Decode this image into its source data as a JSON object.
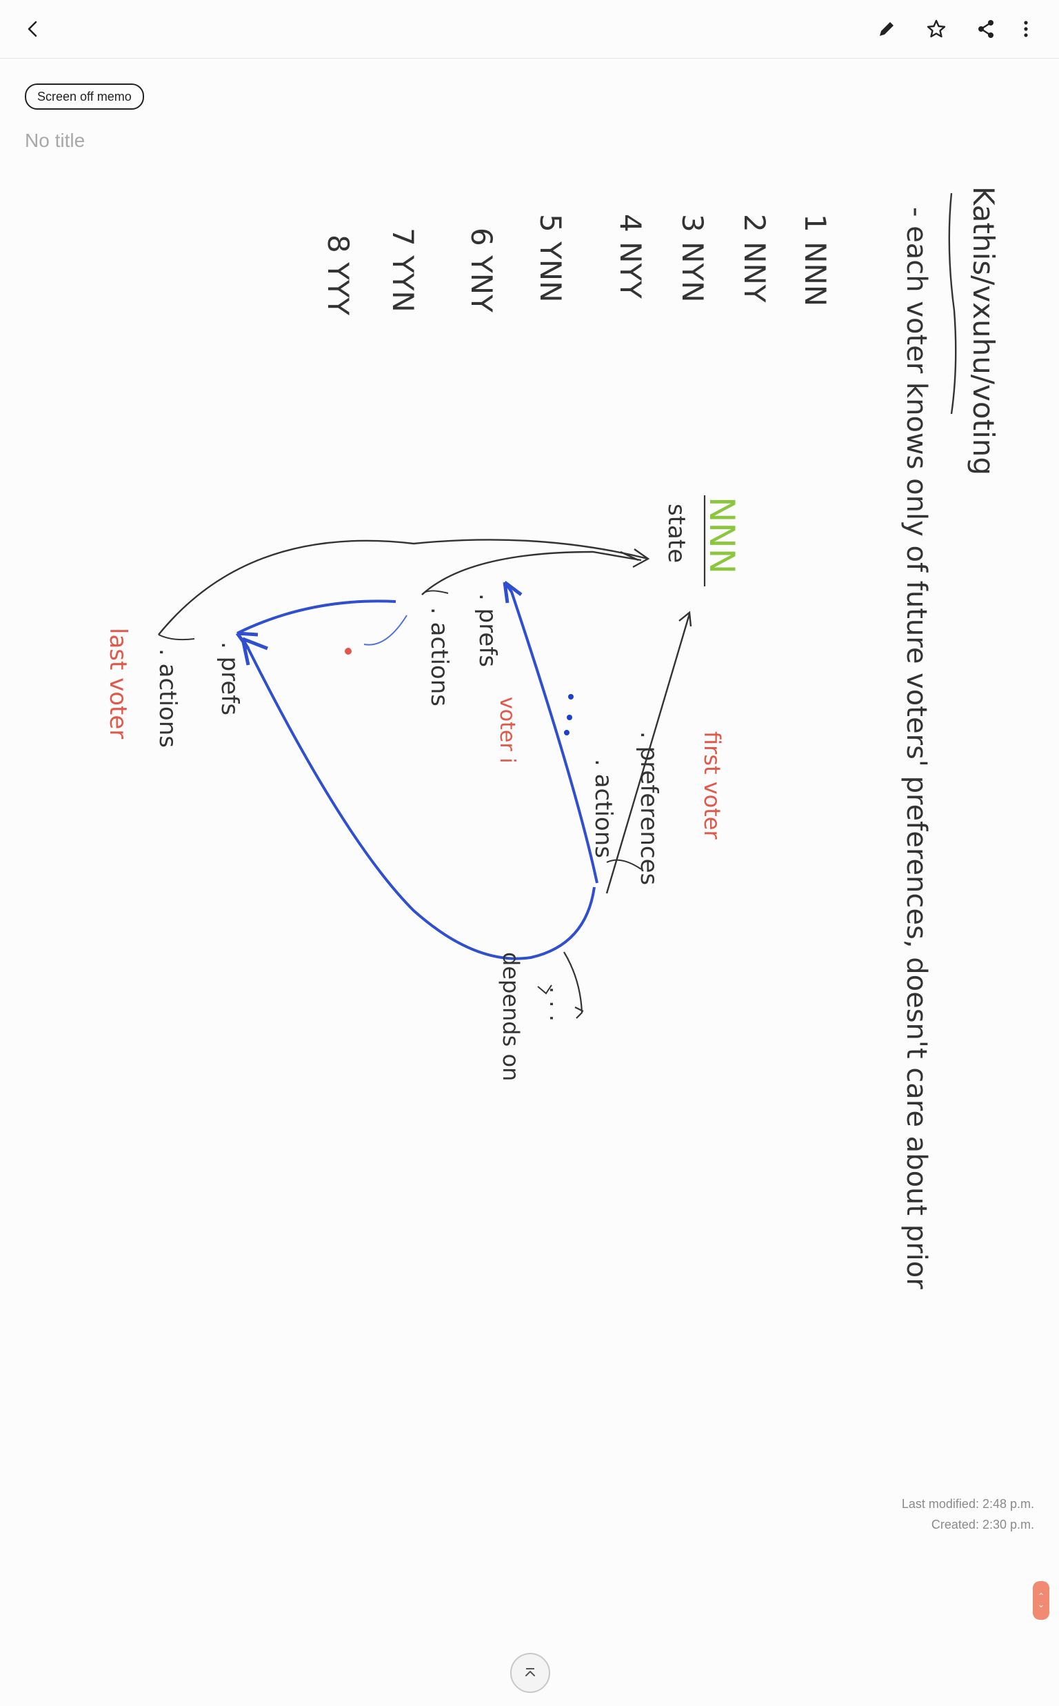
{
  "toolbar": {
    "back_icon": "chevron-left-icon",
    "edit_icon": "pencil-icon",
    "favorite_icon": "star-icon",
    "share_icon": "share-icon",
    "more_icon": "more-vertical-icon"
  },
  "memo": {
    "tag": "Screen off memo",
    "title_placeholder": "No title"
  },
  "handwriting": {
    "heading": "Kathis/vxuhu/voting",
    "line1": "- each voter knows only of future voters' preferences, doesn't care about prior",
    "list": [
      "1  NNN",
      "2  NNY",
      "3  NYN",
      "4  NYY",
      "5  YNN",
      "6  YNY",
      "7  YYN",
      "8  YYY"
    ],
    "state_label": "NNN",
    "state_word": "state",
    "first_prefs": ". preferences",
    "first_actions": ". actions",
    "first_voter": "first voter",
    "mid_prefs": ". prefs",
    "mid_actions": ". actions",
    "mid_voter": "voter i",
    "last_prefs": ". prefs",
    "last_actions": ". actions",
    "last_voter": "last voter",
    "depends": "depends on",
    "ellipsis": ". . ."
  },
  "footer": {
    "last_modified": "Last modified: 2:48 p.m.",
    "created": "Created: 2:30 p.m."
  },
  "colors": {
    "ink": "#333333",
    "blue": "#1d3fc9",
    "red": "#e0584a",
    "green": "#8cc63f",
    "accent": "#f08a72"
  }
}
